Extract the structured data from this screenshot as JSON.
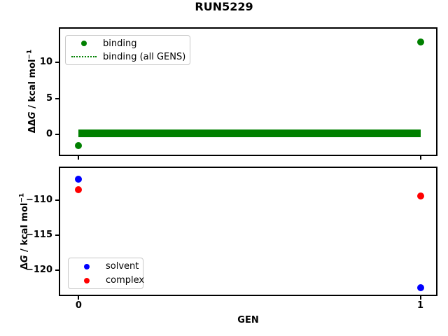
{
  "suptitle": "RUN5229",
  "colors": {
    "binding": "#008000",
    "solvent": "#0000ff",
    "complex": "#ff0000",
    "axis": "#000000",
    "legend_border": "#c8c8c8",
    "background": "#ffffff"
  },
  "chart_data": [
    {
      "type": "scatter",
      "title": "RUN5229",
      "xlabel": "",
      "ylabel": "ΔΔG / kcal mol⁻¹",
      "ylabel_parts": {
        "delta": "ΔΔ",
        "g": "G",
        "rest": " / kcal mol",
        "sup": "−1"
      },
      "xlim": [
        -0.054,
        1.046
      ],
      "ylim": [
        -2.8,
        14.7
      ],
      "xticks": [
        0,
        1
      ],
      "xtick_labels": [
        "",
        ""
      ],
      "yticks": [
        10,
        5,
        0
      ],
      "ytick_labels": [
        "10",
        "5",
        "0"
      ],
      "grid": false,
      "legend": {
        "position": "upper left",
        "entries": [
          {
            "label": "binding",
            "marker": "dot",
            "color": "#008000"
          },
          {
            "label": "binding (all GENS)",
            "marker": "dotted-line",
            "color": "#008000"
          }
        ]
      },
      "series": [
        {
          "name": "binding",
          "type": "points",
          "color": "#008000",
          "x": [
            0,
            1
          ],
          "y": [
            -1.5,
            12.9
          ]
        },
        {
          "name": "binding (all GENS)",
          "type": "band",
          "color": "#008000",
          "x_range": [
            0,
            1
          ],
          "y_range": [
            -0.4,
            0.7
          ]
        }
      ]
    },
    {
      "type": "scatter",
      "title": "",
      "xlabel": "GEN",
      "ylabel": "ΔG / kcal mol⁻¹",
      "ylabel_parts": {
        "delta": "Δ",
        "g": "G",
        "rest": " / kcal mol",
        "sup": "−1"
      },
      "xlim": [
        -0.054,
        1.046
      ],
      "ylim": [
        -123.45,
        -105.45
      ],
      "xticks": [
        0,
        1
      ],
      "xtick_labels": [
        "0",
        "1"
      ],
      "yticks": [
        -110,
        -115,
        -120
      ],
      "ytick_labels": [
        "−110",
        "−115",
        "−120"
      ],
      "grid": false,
      "legend": {
        "position": "lower left",
        "entries": [
          {
            "label": "solvent",
            "marker": "dot",
            "color": "#0000ff"
          },
          {
            "label": "complex",
            "marker": "dot",
            "color": "#ff0000"
          }
        ]
      },
      "series": [
        {
          "name": "solvent",
          "type": "points",
          "color": "#0000ff",
          "x": [
            0,
            1
          ],
          "y": [
            -107.0,
            -122.5
          ]
        },
        {
          "name": "complex",
          "type": "points",
          "color": "#ff0000",
          "x": [
            0,
            1
          ],
          "y": [
            -108.5,
            -109.4
          ]
        }
      ]
    }
  ]
}
